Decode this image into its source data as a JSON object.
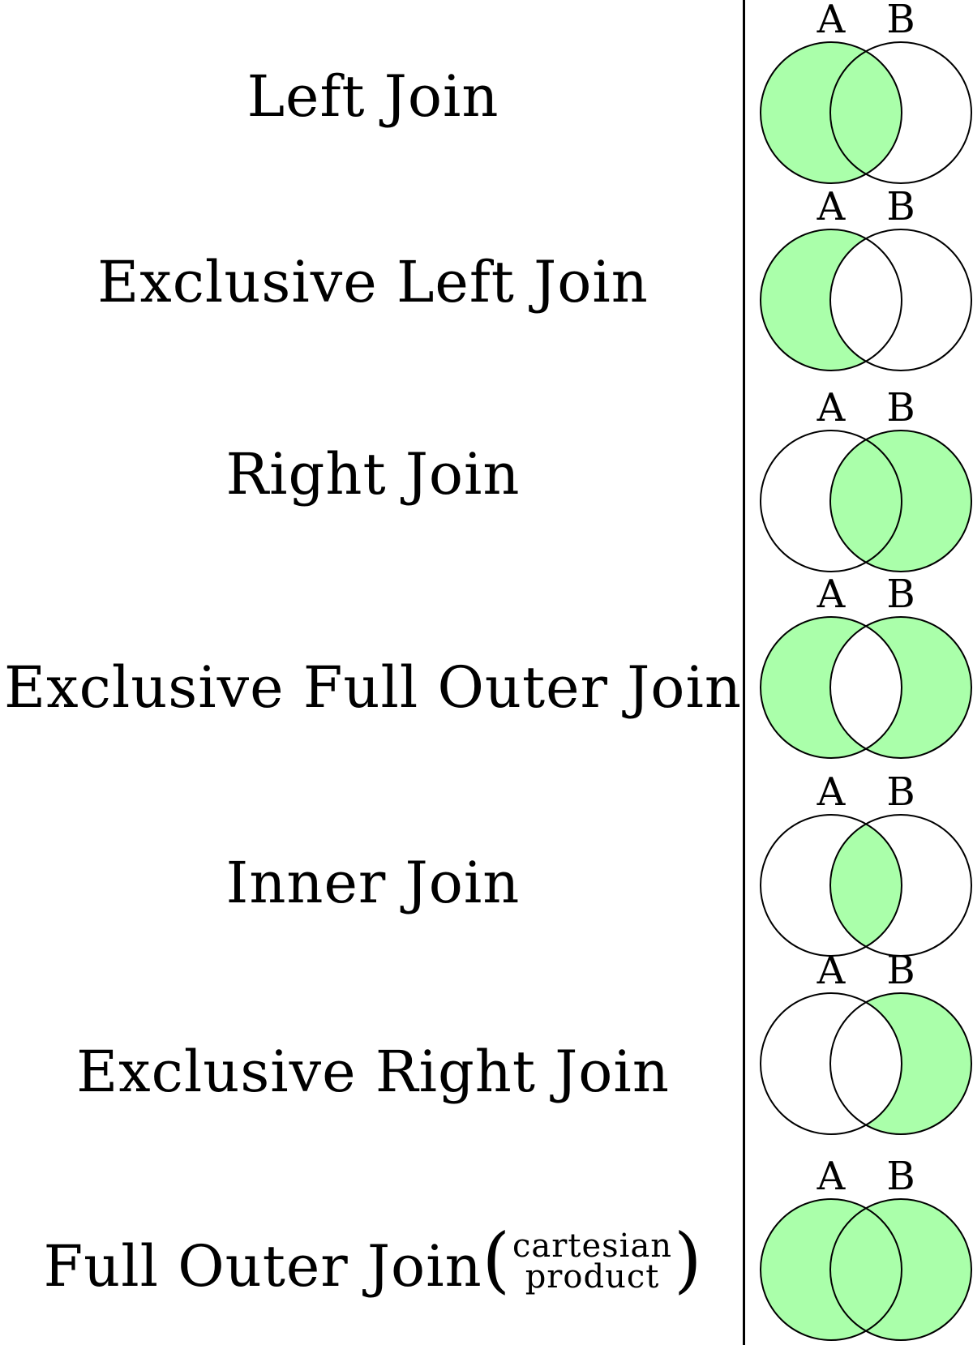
{
  "rows": [
    {
      "label": "Left Join",
      "fill": "left-full"
    },
    {
      "label": "Exclusive Left Join",
      "fill": "left-only"
    },
    {
      "label": "Right Join",
      "fill": "right-full"
    },
    {
      "label": "Exclusive Full Outer Join",
      "fill": "both-only"
    },
    {
      "label": "Inner Join",
      "fill": "intersection"
    },
    {
      "label": "Exclusive Right Join",
      "fill": "right-only"
    },
    {
      "label": "Full Outer Join",
      "fill": "all",
      "note_top": "cartesian",
      "note_bottom": "product"
    }
  ],
  "set_labels": {
    "a": "A",
    "b": "B"
  },
  "colors": {
    "fill": "#aaffaa",
    "stroke": "#000000"
  }
}
